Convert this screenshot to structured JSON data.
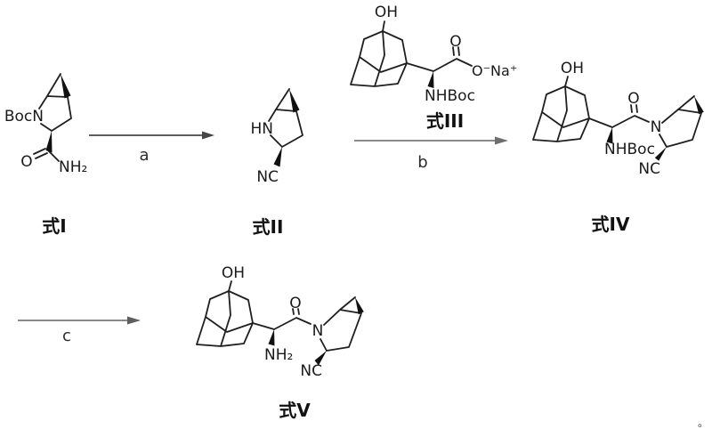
{
  "formulas": {
    "f1": {
      "label": "式I",
      "atoms": {
        "bocn": "BocN",
        "o": "O",
        "nh2": "NH₂"
      }
    },
    "f2": {
      "label": "式II",
      "atoms": {
        "hn": "HN",
        "nc": "NC"
      }
    },
    "f3": {
      "label": "式III",
      "atoms": {
        "oh": "OH",
        "o": "O",
        "ona": "O⁻Na⁺",
        "nhboc": "NHBoc"
      }
    },
    "f4": {
      "label": "式IV",
      "atoms": {
        "oh": "OH",
        "o": "O",
        "n": "N",
        "nhboc": "NHBoc",
        "nc": "NC"
      }
    },
    "f5": {
      "label": "式V",
      "atoms": {
        "oh": "OH",
        "o": "O",
        "n": "N",
        "nh2": "NH₂",
        "nc": "NC"
      }
    }
  },
  "arrows": {
    "a": "a",
    "b": "b",
    "c": "c"
  },
  "punctuation": {
    "period": "。"
  }
}
